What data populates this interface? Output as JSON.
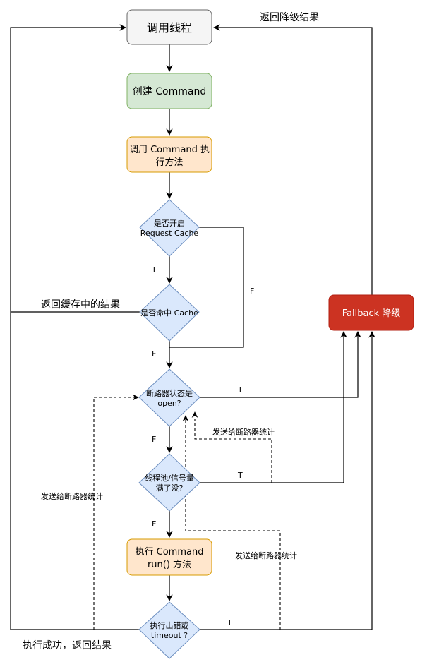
{
  "nodes": {
    "call_thread": "调用线程",
    "create_command": "创建 Command",
    "invoke_line1": "调用 Command 执",
    "invoke_line2": "行方法",
    "cache_enabled_line1": "是否开启",
    "cache_enabled_line2": "Request Cache",
    "cache_hit": "是否命中 Cache",
    "breaker_line1": "断路器状态是",
    "breaker_line2": "open?",
    "pool_line1": "线程池/信号量",
    "pool_line2": "满了没?",
    "run_line1": "执行 Command",
    "run_line2": "run() 方法",
    "error_line1": "执行出错或",
    "error_line2": "timeout ?",
    "fallback": "Fallback 降级"
  },
  "edge_labels": {
    "return_fallback": "返回降级结果",
    "return_cache": "返回缓存中的结果",
    "cache_enabled_true": "T",
    "cache_enabled_false": "F",
    "cache_hit_false": "F",
    "breaker_true": "T",
    "breaker_false": "F",
    "pool_true": "T",
    "pool_false": "F",
    "error_true": "T",
    "success_return": "执行成功，返回结果",
    "report_breaker_1": "发送给断路器统计",
    "report_breaker_2": "发送给断路器统计",
    "report_breaker_3": "发送给断路器统计"
  },
  "colors": {
    "grey_fill": "#f5f5f5",
    "green_fill": "#d5e8d4",
    "orange_fill": "#ffe6cc",
    "blue_fill": "#dae8fc",
    "red_fill": "#cc3322"
  }
}
